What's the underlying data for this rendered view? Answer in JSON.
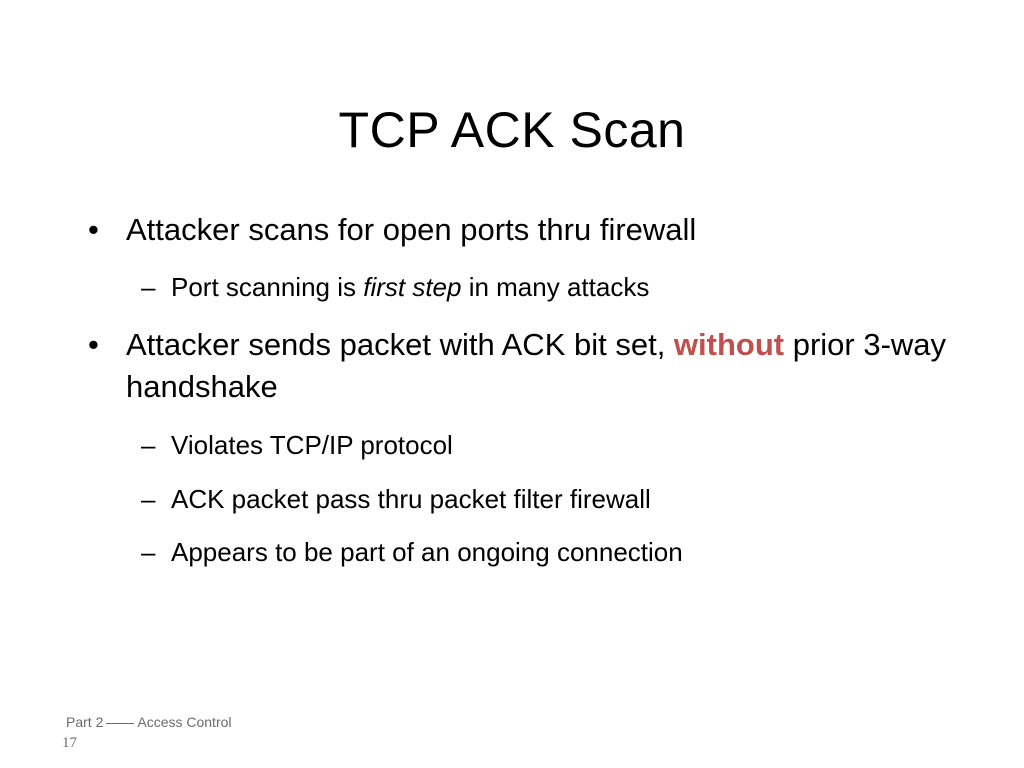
{
  "slide": {
    "title": "TCP ACK Scan",
    "bullet1": {
      "marker": "•",
      "text": "Attacker scans for open ports thru firewall",
      "sub1": {
        "marker": "–",
        "before": "Port scanning is ",
        "emphasis": "first step",
        "after": " in many attacks"
      }
    },
    "bullet2": {
      "marker": "•",
      "before": "Attacker sends packet with ACK bit set, ",
      "highlight": "without",
      "after": " prior 3-way handshake",
      "highlight_color": "#c0504d",
      "subs": [
        {
          "marker": "–",
          "text": "Violates TCP/IP protocol"
        },
        {
          "marker": "–",
          "text": "ACK packet pass thru packet filter firewall"
        },
        {
          "marker": "–",
          "text": "Appears to be part of an ongoing connection"
        }
      ]
    },
    "footer": {
      "left": "Part 2",
      "right": "Access Control"
    },
    "page_number": "17"
  }
}
